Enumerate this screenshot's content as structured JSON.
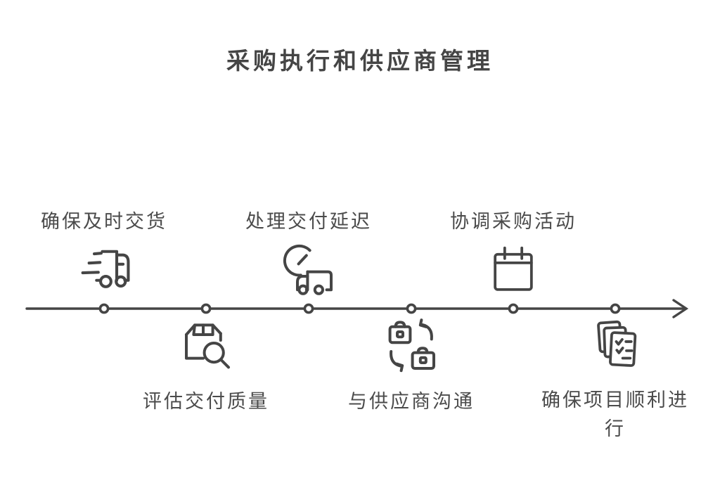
{
  "title": "采购执行和供应商管理",
  "colors": {
    "ink": "#454545",
    "background": "#ffffff"
  },
  "timeline": {
    "direction": "left-to-right-arrow",
    "node_count": 6,
    "items": [
      {
        "label": "确保及时交货",
        "icon": "delivery-truck-icon",
        "position": "above"
      },
      {
        "label": "评估交付质量",
        "icon": "package-search-icon",
        "position": "below"
      },
      {
        "label": "处理交付延迟",
        "icon": "delay-clock-truck-icon",
        "position": "above"
      },
      {
        "label": "与供应商沟通",
        "icon": "briefcase-exchange-icon",
        "position": "below"
      },
      {
        "label": "协调采购活动",
        "icon": "calendar-icon",
        "position": "above"
      },
      {
        "label": "确保项目顺利进行",
        "icon": "checklist-documents-icon",
        "position": "below"
      }
    ]
  }
}
